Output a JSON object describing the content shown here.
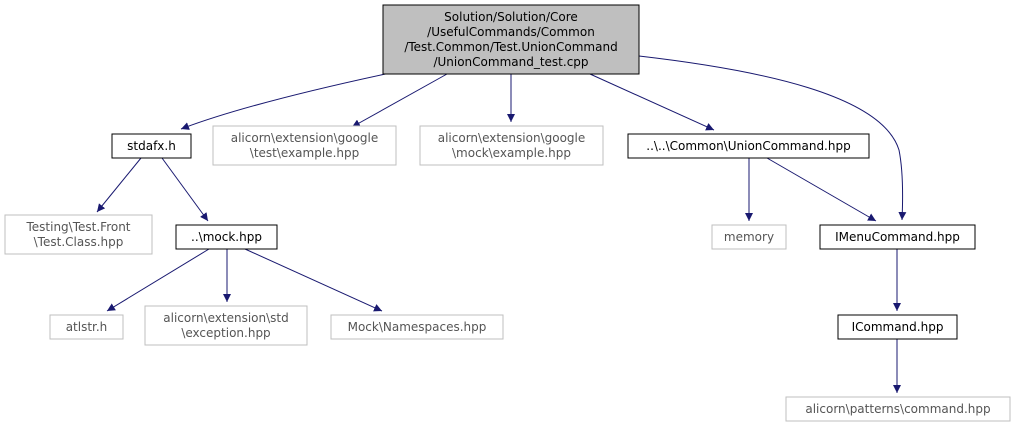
{
  "colors": {
    "root_fill": "#bfbfbf",
    "root_stroke": "#000000",
    "local_stroke": "#000000",
    "external_stroke": "#bfbfbf",
    "edge": "#191970",
    "text": "#000000",
    "external_text": "#555555"
  },
  "nodes": [
    {
      "id": "root",
      "kind": "root",
      "lines": [
        "Solution/Solution/Core",
        "/UsefulCommands/Common",
        "/Test.Common/Test.UnionCommand",
        "/UnionCommand_test.cpp"
      ]
    },
    {
      "id": "stdafx",
      "kind": "local",
      "lines": [
        "stdafx.h"
      ]
    },
    {
      "id": "google_test",
      "kind": "external",
      "lines": [
        "alicorn\\extension\\google",
        "\\test\\example.hpp"
      ]
    },
    {
      "id": "google_mock",
      "kind": "external",
      "lines": [
        "alicorn\\extension\\google",
        "\\mock\\example.hpp"
      ]
    },
    {
      "id": "union_hpp",
      "kind": "local",
      "lines": [
        "..\\..\\Common\\UnionCommand.hpp"
      ]
    },
    {
      "id": "testing_front",
      "kind": "external",
      "lines": [
        "Testing\\Test.Front",
        "\\Test.Class.hpp"
      ]
    },
    {
      "id": "mock_hpp",
      "kind": "local",
      "lines": [
        "..\\mock.hpp"
      ]
    },
    {
      "id": "memory",
      "kind": "external",
      "lines": [
        "memory"
      ]
    },
    {
      "id": "imenu",
      "kind": "local",
      "lines": [
        "IMenuCommand.hpp"
      ]
    },
    {
      "id": "atlstr",
      "kind": "external",
      "lines": [
        "atlstr.h"
      ]
    },
    {
      "id": "std_exception",
      "kind": "external",
      "lines": [
        "alicorn\\extension\\std",
        "\\exception.hpp"
      ]
    },
    {
      "id": "mock_namespaces",
      "kind": "external",
      "lines": [
        "Mock\\Namespaces.hpp"
      ]
    },
    {
      "id": "icommand",
      "kind": "local",
      "lines": [
        "ICommand.hpp"
      ]
    },
    {
      "id": "patterns_command",
      "kind": "external",
      "lines": [
        "alicorn\\patterns\\command.hpp"
      ]
    }
  ],
  "edges": [
    {
      "from": "root",
      "to": "stdafx"
    },
    {
      "from": "root",
      "to": "google_test"
    },
    {
      "from": "root",
      "to": "google_mock"
    },
    {
      "from": "root",
      "to": "union_hpp"
    },
    {
      "from": "root",
      "to": "imenu"
    },
    {
      "from": "stdafx",
      "to": "testing_front"
    },
    {
      "from": "stdafx",
      "to": "mock_hpp"
    },
    {
      "from": "mock_hpp",
      "to": "atlstr"
    },
    {
      "from": "mock_hpp",
      "to": "std_exception"
    },
    {
      "from": "mock_hpp",
      "to": "mock_namespaces"
    },
    {
      "from": "union_hpp",
      "to": "memory"
    },
    {
      "from": "union_hpp",
      "to": "imenu"
    },
    {
      "from": "imenu",
      "to": "icommand"
    },
    {
      "from": "icommand",
      "to": "patterns_command"
    }
  ]
}
